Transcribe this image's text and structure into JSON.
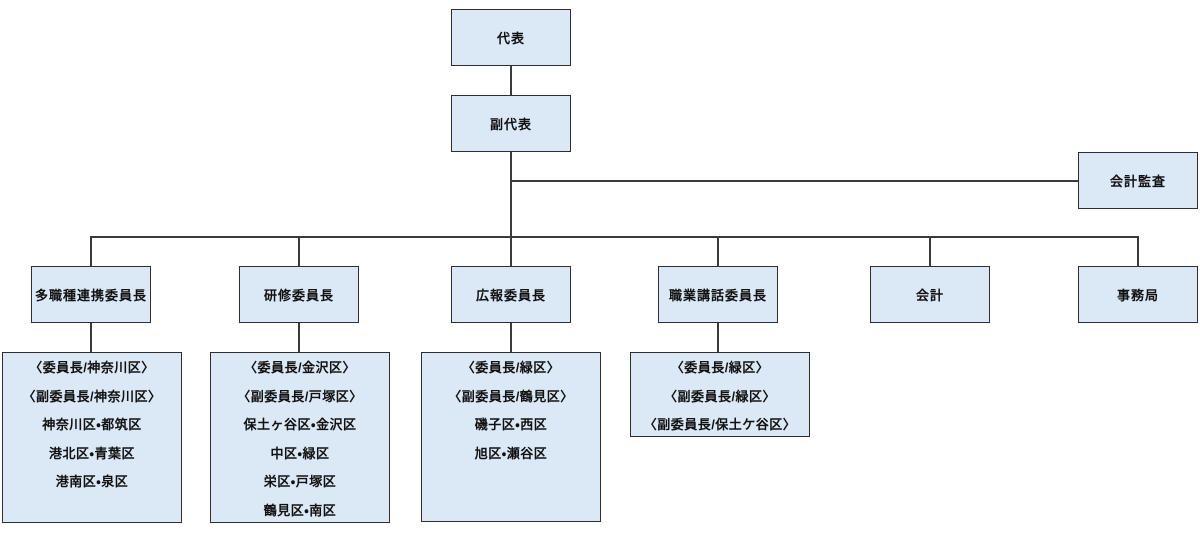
{
  "colors": {
    "node_fill": "#dbe9f6",
    "node_border": "#2e2e2e",
    "connector": "#3a3a3a",
    "text": "#111111",
    "background": "#ffffff"
  },
  "org": {
    "representative": {
      "label": "代表"
    },
    "vice_representative": {
      "label": "副代表"
    },
    "audit": {
      "label": "会計監査"
    },
    "committees": {
      "multidisciplinary": {
        "label": "多職種連携委員長"
      },
      "training": {
        "label": "研修委員長"
      },
      "pr": {
        "label": "広報委員長"
      },
      "lecture": {
        "label": "職業講話委員長"
      },
      "accounting": {
        "label": "会計"
      },
      "secretariat": {
        "label": "事務局"
      }
    }
  },
  "detail_boxes": {
    "multidisciplinary": {
      "lines": [
        "〈委員長/神奈川区〉",
        "〈副委員長/神奈川区〉",
        "神奈川区・都筑区",
        "港北区・青葉区",
        "港南区・泉区"
      ]
    },
    "training": {
      "lines": [
        "〈委員長/金沢区〉",
        "〈副委員長/戸塚区〉",
        "保土ヶ谷区・金沢区",
        "中区・緑区",
        "栄区・戸塚区",
        "鶴見区・南区"
      ]
    },
    "pr": {
      "lines": [
        "〈委員長/緑区〉",
        "〈副委員長/鶴見区〉",
        "磯子区・西区",
        "旭区・瀬谷区"
      ]
    },
    "lecture": {
      "lines": [
        "〈委員長/緑区〉",
        "〈副委員長/緑区〉",
        "〈副委員長/保土ケ谷区〉"
      ]
    }
  }
}
